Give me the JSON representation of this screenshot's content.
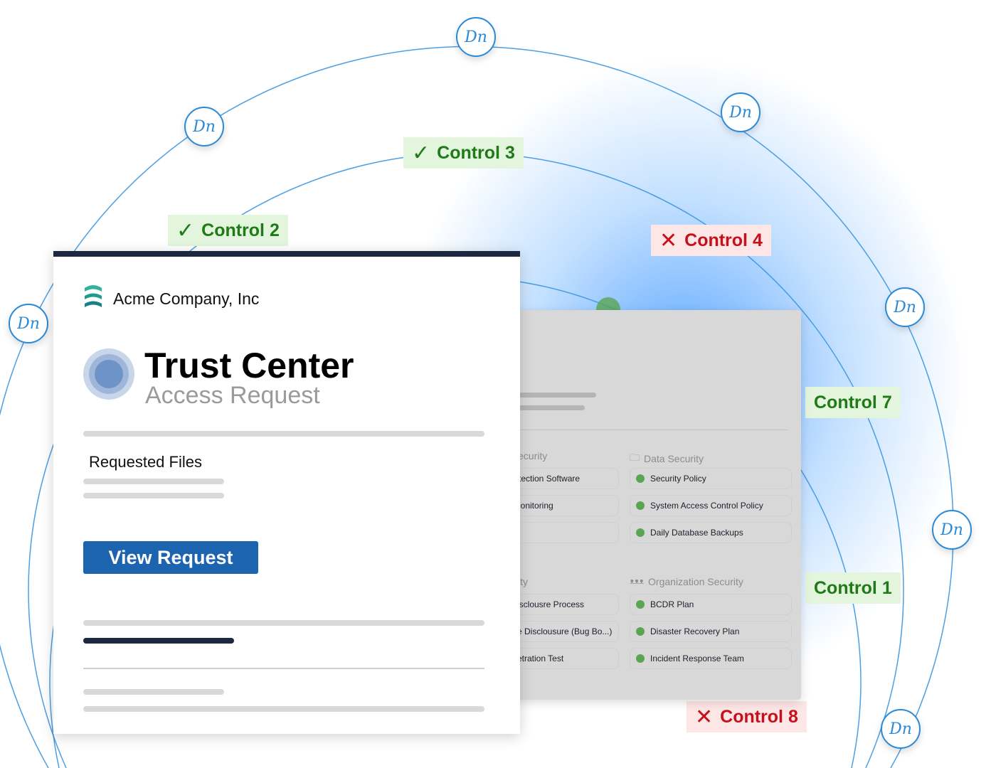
{
  "colors": {
    "accent": "#1c64b0",
    "ok": "#1f7a17",
    "fail": "#c8101a",
    "navy": "#1c2740"
  },
  "signature_icon": "signature-icon",
  "signature_glyph": "Dn",
  "controls": [
    {
      "label": "Control 3",
      "status": "pass",
      "icon": "✓"
    },
    {
      "label": "Control 2",
      "status": "pass",
      "icon": "✓"
    },
    {
      "label": "Control 4",
      "status": "fail",
      "icon": "✕"
    },
    {
      "label": "Control 7",
      "status": "pass"
    },
    {
      "label": "Control 1",
      "status": "pass"
    },
    {
      "label": "Control 8",
      "status": "fail",
      "icon": "✕"
    }
  ],
  "card": {
    "company": "Acme Company, Inc",
    "title": "Trust Center",
    "subtitle": "Access Request",
    "requested_files": "Requested Files",
    "view_request": "View Request"
  },
  "panel": {
    "left_top_heading": "ecurity",
    "left_top_items": [
      "tection Software",
      "lonitoring"
    ],
    "data_security": {
      "heading": "Data Security",
      "items": [
        "Security Policy",
        "System Access Control Policy",
        "Daily Database Backups"
      ]
    },
    "left_bottom_heading": "ity",
    "left_bottom_items": [
      "isclousre Process",
      "e Disclousure (Bug Bo...)",
      "etration Test"
    ],
    "org_security": {
      "heading": "Organization Security",
      "items": [
        "BCDR Plan",
        "Disaster Recovery Plan",
        "Incident Response Team"
      ]
    }
  }
}
